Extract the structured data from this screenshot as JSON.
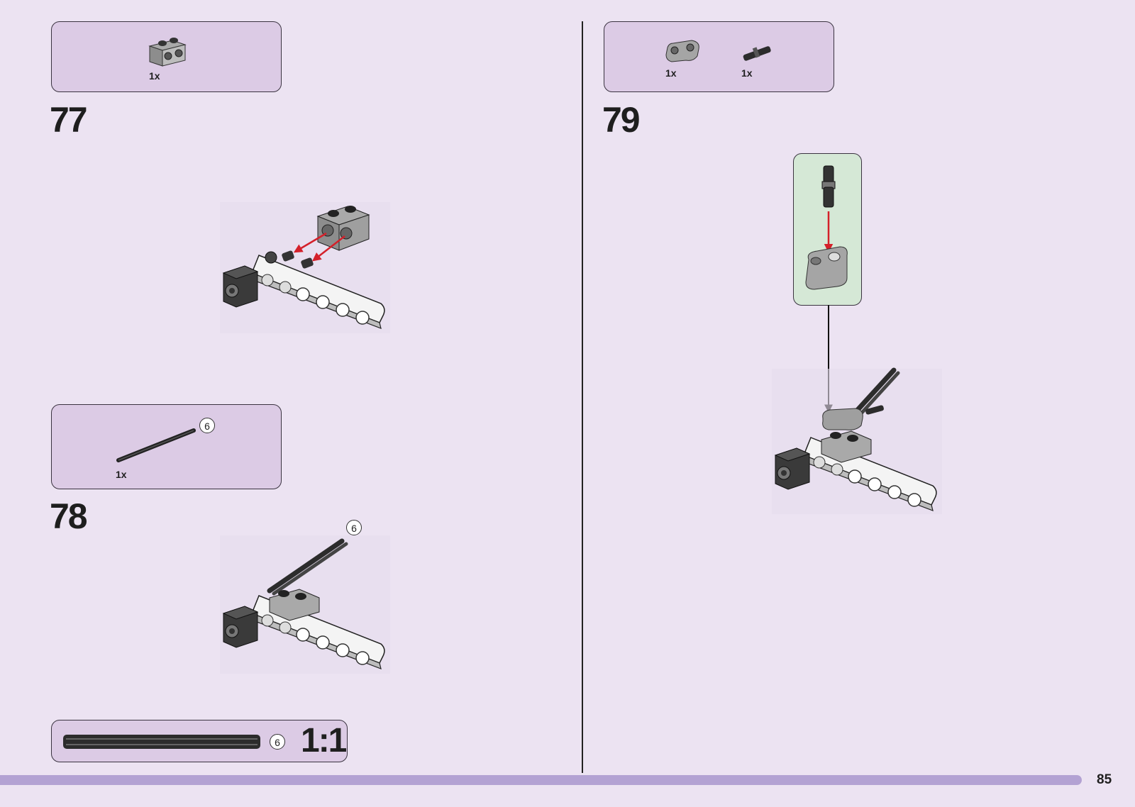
{
  "page": {
    "number": "85"
  },
  "steps": [
    {
      "number": "77",
      "parts": [
        {
          "name": "grey-technic-brick-1x2-with-holes",
          "qty": "1x"
        }
      ]
    },
    {
      "number": "78",
      "parts": [
        {
          "name": "black-axle",
          "qty": "1x",
          "length": "6"
        }
      ],
      "axle_length_badge": "6"
    },
    {
      "number": "79",
      "parts": [
        {
          "name": "grey-liftarm-1x2",
          "qty": "1x"
        },
        {
          "name": "black-axle-pin-connector",
          "qty": "1x"
        }
      ]
    }
  ],
  "scale_reference": {
    "length": "6",
    "ratio": "1:1"
  },
  "colors": {
    "page_background": "#ece3f2",
    "callout_background": "#dccbe5",
    "subassembly_background": "#d5e8d6",
    "footer_bar": "#b3a2d3",
    "arrow_red": "#d4202a"
  }
}
